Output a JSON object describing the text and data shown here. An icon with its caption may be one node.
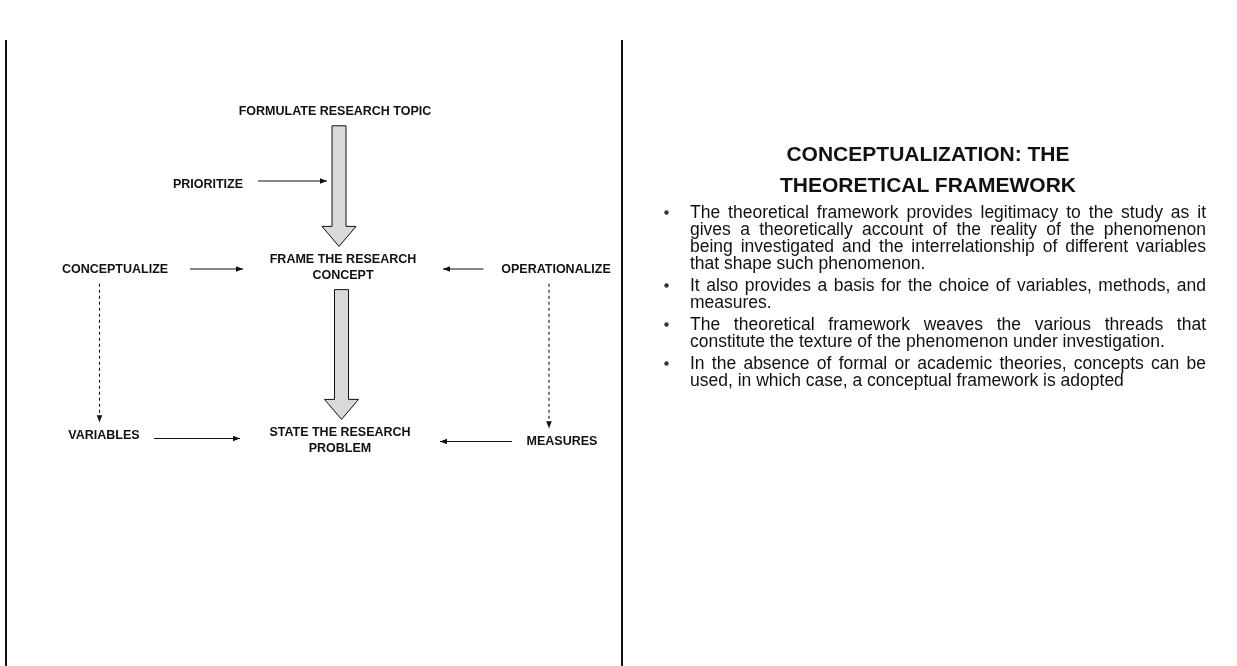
{
  "diagram": {
    "title": "CONCEPTUALIZATION: THE THEORETICAL FRAMEWORK",
    "nodes": [
      {
        "text": [
          "FORMULATE RESEARCH TOPIC"
        ]
      },
      {
        "text": [
          "PRIORITIZE"
        ]
      },
      {
        "text": [
          "CONCEPTUALIZE"
        ]
      },
      {
        "text": [
          "FRAME THE RESEARCH CONCEPT"
        ]
      },
      {
        "text": [
          "OPERATIONALIZE"
        ]
      },
      {
        "text": [
          "VARIABLES"
        ]
      },
      {
        "text": [
          "STATE THE RESEARCH PROBLEM"
        ]
      },
      {
        "text": [
          "MEASURES"
        ]
      }
    ],
    "edges": [
      {
        "from": 0,
        "to": 3,
        "arrow": "to",
        "style": "thick"
      },
      {
        "from": 1,
        "to": null,
        "arrow": "to"
      },
      {
        "from": 2,
        "to": 3,
        "arrow": "to"
      },
      {
        "from": 4,
        "to": 3,
        "arrow": "to"
      },
      {
        "from": 3,
        "to": 6,
        "arrow": "to",
        "style": "thick"
      },
      {
        "from": 2,
        "to": 5,
        "arrow": "to",
        "style": "dashed"
      },
      {
        "from": 4,
        "to": 7,
        "arrow": "to",
        "style": "dashed"
      },
      {
        "from": 5,
        "to": 6,
        "arrow": "to"
      },
      {
        "from": 7,
        "to": 6,
        "arrow": "to"
      }
    ],
    "labels": [
      "The theoretical framework provides legitimacy to the study as it gives a theoretically account of the reality of the phenomenon being investigated and the interrelationship of different variables that shape such phenomenon.",
      "It also provides a basis for the choice of variables, methods, and measures.",
      "The theoretical framework weaves the various threads that constitute the texture of the phenomenon under investigation.",
      "In the absence of formal or academic theories, concepts can be used, in which case, a conceptual framework is adopted"
    ]
  }
}
